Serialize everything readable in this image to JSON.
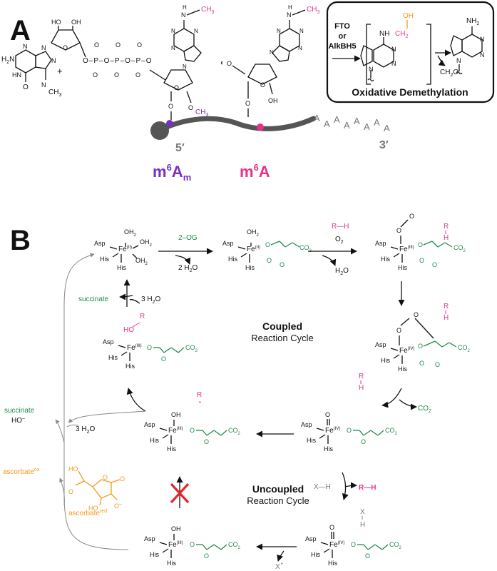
{
  "panels": {
    "a": "A",
    "b": "B"
  },
  "panel_a": {
    "demethylation": {
      "enzymes_line1": "FTO",
      "enzymes_line2": "or",
      "enzymes_line3": "AlkBH5",
      "oh": "OH",
      "ch2": "CH",
      "ch2_sub": "2",
      "formaldehyde": "CH",
      "formaldehyde_sub": "2",
      "formaldehyde_o": "O",
      "nh2": "NH",
      "nh2_sub": "2",
      "nh": "NH",
      "box_title": "Oxidative Demethylation"
    },
    "cap": {
      "h2n": "H",
      "h2n_sub": "2",
      "h2n_n": "N",
      "n_atoms": [
        "N",
        "N",
        "N",
        "N"
      ],
      "hn": "HN",
      "o_carbonyl": "O",
      "plus": "+",
      "ch3": "CH",
      "ch3_sub": "3",
      "ho": "HO",
      "oh": "OH",
      "o_ring": "O",
      "phosphate_chain": "O–P–O–P–O–P–O",
      "p": "P",
      "o": "O",
      "o_minus": "O"
    },
    "am": {
      "nh": "N",
      "nh_h": "H",
      "ch3": "CH",
      "ch3_sub": "3",
      "o_ring": "O",
      "o_methyl": "O",
      "o_methyl_ch3": "CH",
      "o_methyl_ch3_sub": "3",
      "o_link": "O"
    },
    "m6a": {
      "nh": "N",
      "nh_h": "H",
      "ch3": "CH",
      "ch3_sub": "3",
      "o_top": "O",
      "o_ring": "O",
      "oh": "OH",
      "o_link": "O"
    },
    "rna": {
      "polya": "AAAAAAAA",
      "five_prime": "5′",
      "three_prime": "3′"
    },
    "labels": {
      "m6am_m": "m",
      "m6am_sup": "6",
      "m6am_a": "A",
      "m6am_sub": "m",
      "m6a_m": "m",
      "m6a_sup": "6",
      "m6a_a": "A"
    }
  },
  "panel_b": {
    "ligands": {
      "asp": "Asp",
      "his": "His",
      "oh2": "OH",
      "oh2_sub": "2",
      "fe": "Fe",
      "fe_ii": "(II)",
      "fe_iii": "(III)",
      "fe_iv": "(IV)",
      "o": "O",
      "oh": "OH",
      "co2": "CO",
      "co2_sub": "2",
      "o_minus": "O",
      "minus": "–"
    },
    "arrows": {
      "two_og": "2–OG",
      "two_h2o": "2 H",
      "two_h2o_b": "O",
      "rh": "R—H",
      "o2": "O",
      "o2_sub": "2",
      "h2o": "H",
      "h2o_b": "O",
      "co2": "CO",
      "co2_sub": "2",
      "succinate": "succinate",
      "three_h2o": "3 H",
      "three_h2o_b": "O",
      "xh": "X—H",
      "rh2": "R—H",
      "x_radical": "X",
      "r": "R",
      "h": "H",
      "ho_r": "HO"
    },
    "cycles": {
      "coupled_bold": "Coupled",
      "coupled_rest": "Reaction Cycle",
      "uncoupled_bold": "Uncoupled",
      "uncoupled_rest": "Reaction Cycle"
    },
    "left": {
      "succinate": "succinate",
      "ho_minus": "HO",
      "three_h2o": "3 H",
      "three_h2o_b": "O",
      "ascorbate_ox": "ascorbate",
      "ascorbate_ox_sup": "ox",
      "ascorbate_red": "ascorbate",
      "ascorbate_red_sup": "red",
      "asc_ho": "HO",
      "asc_ho2": "HO",
      "asc_o": "O",
      "asc_o2": "O",
      "asc_o3": "O",
      "asc_ominus": "O"
    }
  },
  "colors": {
    "green": "#1f8a4c",
    "pink": "#e8318a",
    "purple": "#7b2fbf",
    "orange": "#f39a1e",
    "gray": "#777777",
    "red_x": "#e3262b"
  }
}
